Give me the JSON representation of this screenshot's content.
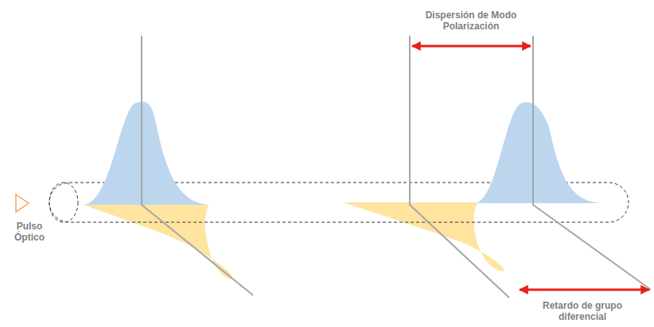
{
  "diagram": {
    "labels": [
      "Pulso Óptico",
      "Dispersión de Modo Polarización",
      "Retardo de grupo diferencial"
    ]
  }
}
